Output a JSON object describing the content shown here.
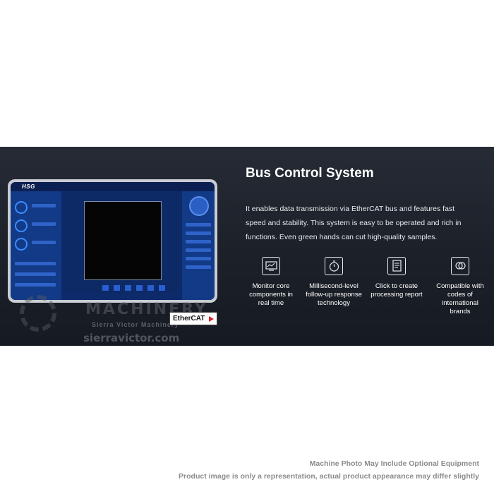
{
  "banner": {
    "title": "Bus Control System",
    "description": "It enables data transmission via EtherCAT bus and features fast speed and stability. This system is easy to be operated and rich in functions. Even green hands can cut high-quality samples.",
    "features": [
      {
        "icon": "monitor-icon",
        "label": "Monitor core components in real time"
      },
      {
        "icon": "stopwatch-icon",
        "label": "Millisecond-level follow-up response technology"
      },
      {
        "icon": "report-icon",
        "label": "Click to create processing report"
      },
      {
        "icon": "code-link-icon",
        "label": "Compatible with codes of international brands"
      }
    ]
  },
  "device": {
    "brand": "HSG",
    "badge": "EtherCAT"
  },
  "watermark": {
    "main": "MACHINERY",
    "sub": "Sierra Victor Machinery",
    "domain": "sierravictor.com"
  },
  "footer": {
    "line1": "Machine Photo May Include Optional Equipment",
    "line2": "Product image is only a representation, actual product appearance may differ slightly"
  }
}
